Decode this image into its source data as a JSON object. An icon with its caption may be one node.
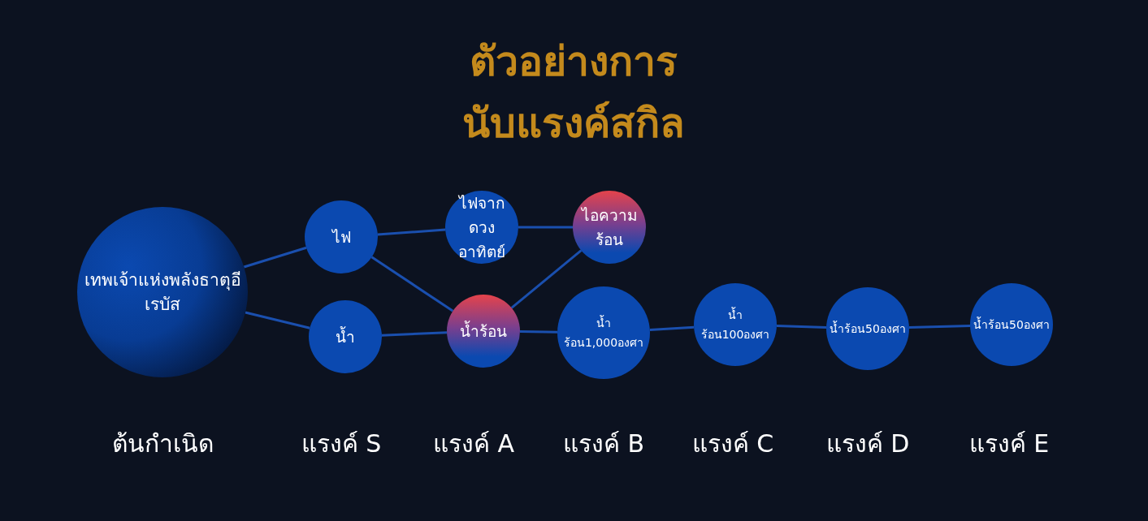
{
  "diagram": {
    "title": "ตัวอย่างการนับแรงค์สกิล",
    "nodes": [
      {
        "text": [
          "เทพเจ้าแห่งพลังธาตุอีเรบัส"
        ]
      },
      {
        "text": [
          "ไฟ"
        ]
      },
      {
        "text": [
          "น้ำ"
        ]
      },
      {
        "text": [
          "ไฟจากดวงอาทิตย์"
        ]
      },
      {
        "text": [
          "น้ำร้อน"
        ]
      },
      {
        "text": [
          "ไอความร้อน"
        ]
      },
      {
        "text": [
          "น้ำร้อน1,000องศา"
        ]
      },
      {
        "text": [
          "น้ำร้อน100องศา"
        ]
      },
      {
        "text": [
          "น้ำร้อน50องศา"
        ]
      },
      {
        "text": [
          "น้ำร้อน50องศา"
        ]
      }
    ],
    "edges": [
      {
        "from": 0,
        "to": 1,
        "arrow": "none"
      },
      {
        "from": 0,
        "to": 2,
        "arrow": "none"
      },
      {
        "from": 1,
        "to": 3,
        "arrow": "none"
      },
      {
        "from": 1,
        "to": 4,
        "arrow": "none"
      },
      {
        "from": 2,
        "to": 4,
        "arrow": "none"
      },
      {
        "from": 3,
        "to": 5,
        "arrow": "none"
      },
      {
        "from": 4,
        "to": 5,
        "arrow": "none"
      },
      {
        "from": 4,
        "to": 6,
        "arrow": "none"
      },
      {
        "from": 6,
        "to": 7,
        "arrow": "none"
      },
      {
        "from": 7,
        "to": 8,
        "arrow": "none"
      },
      {
        "from": 8,
        "to": 9,
        "arrow": "none"
      }
    ],
    "labels": [
      "ต้นกำเนิด",
      "แรงค์ S",
      "แรงค์ A",
      "แรงค์ B",
      "แรงค์ C",
      "แรงค์ D",
      "แรงค์ E"
    ]
  }
}
